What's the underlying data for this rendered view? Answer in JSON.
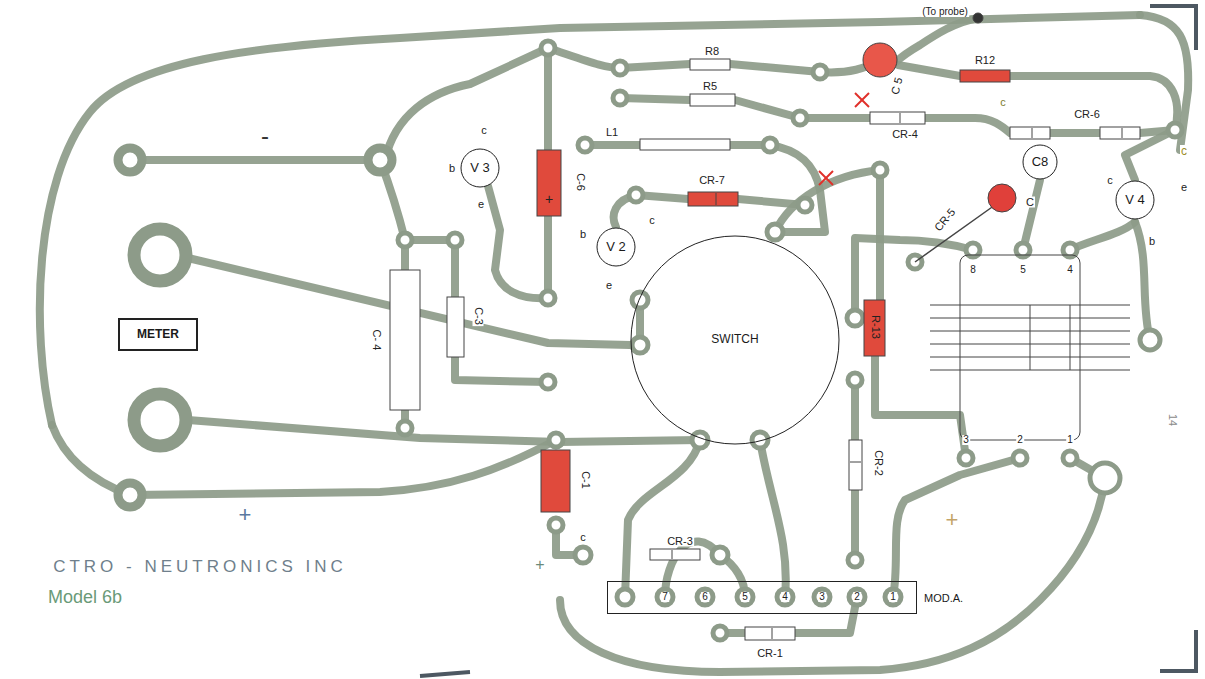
{
  "diagram": {
    "nodes": [
      {
        "text": [
          "METER"
        ]
      },
      {
        "text": [
          "V 3"
        ]
      },
      {
        "text": [
          "V 2"
        ]
      },
      {
        "text": [
          "SWITCH"
        ]
      },
      {
        "text": [
          "C8"
        ]
      },
      {
        "text": [
          "V 4"
        ]
      },
      {
        "text": [
          "MOD.A."
        ]
      }
    ],
    "labels": [
      "(To probe)",
      "R8",
      "C 5",
      "R12",
      "R5",
      "c",
      "CR-4",
      "CR-6",
      "c",
      "-",
      "c",
      "L1",
      "b",
      "e",
      "C-6",
      "CR-7",
      "c",
      "b",
      "e",
      "C",
      "c",
      "e",
      "b",
      "CR-5",
      "8",
      "5",
      "4",
      "+",
      "C- 4",
      "C-3",
      "R-13",
      "3",
      "2",
      "1",
      "14",
      "C-1",
      "CR-2",
      "+",
      "+",
      "c",
      "CR-3",
      "CTRO - NEUTRONICS INC",
      "+",
      "7",
      "6",
      "5",
      "4",
      "3",
      "2",
      "1",
      "Model 6b",
      "CR-1"
    ]
  }
}
